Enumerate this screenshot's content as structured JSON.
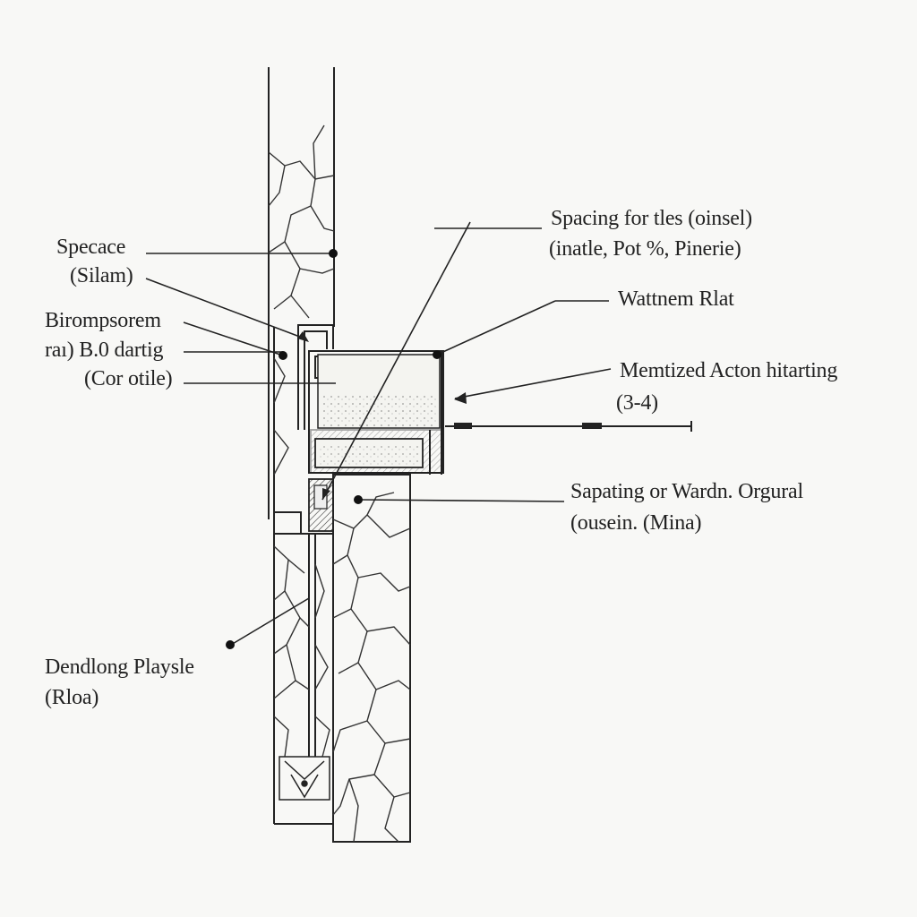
{
  "labels": {
    "spacing_tiles_line1": "Spacing for tles (oinsel)",
    "spacing_tiles_line2": "(inatle, Pot %, Pinerie)",
    "wattnem_rlat": "Wattnem Rlat",
    "memtized_line1": "Memtized Acton hitarting",
    "memtized_line2": "(3-4)",
    "sapating_line1": "Sapating or Wardn. Orgural",
    "sapating_line2": "(ousein. (Mina)",
    "specace_line1": "Specace",
    "specace_line2": "(Silam)",
    "birompsorem_line1": "Birompsorem",
    "birompsorem_line2": "raı) B.0 dartig",
    "birompsorem_line3": "(Cor otile)",
    "dendlong_line1": "Dendlong Playsle",
    "dendlong_line2": "(Rloa)"
  },
  "colors": {
    "ink": "#222222",
    "paper": "#f8f8f6",
    "fill_light": "#e9e9e5"
  }
}
